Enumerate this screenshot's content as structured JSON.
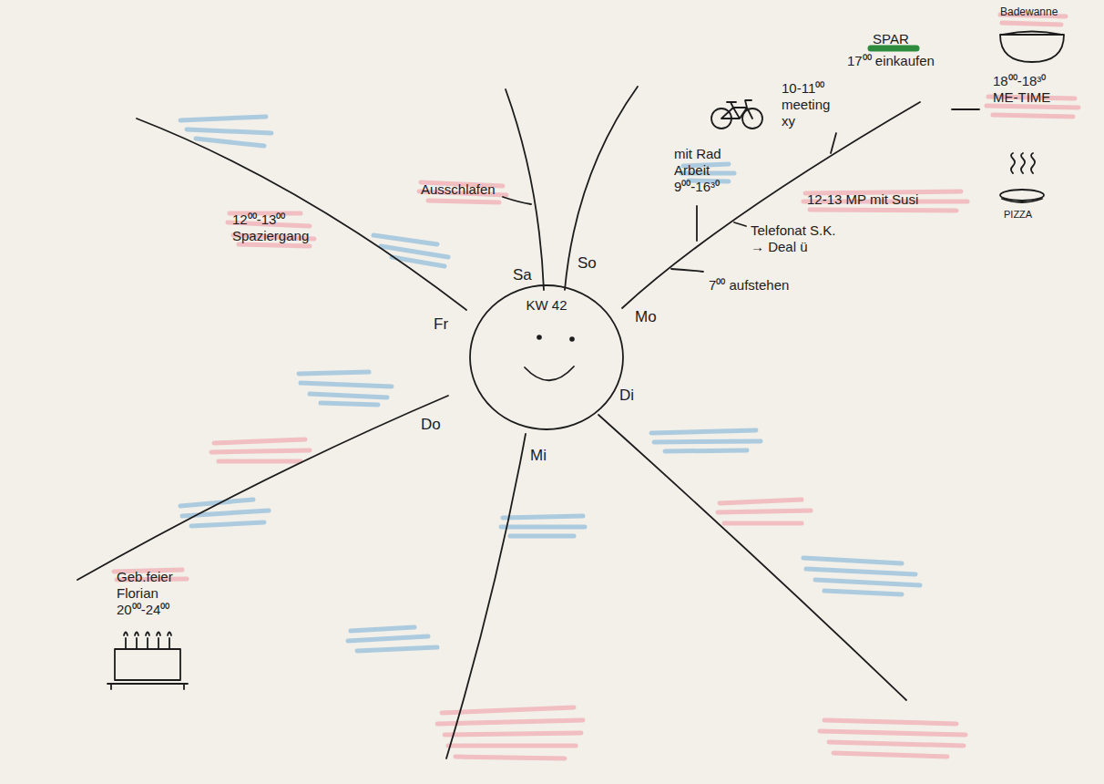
{
  "diagram": {
    "nodes": [
      {
        "text": [
          "KW 42"
        ]
      }
    ],
    "labels": [
      "Mo",
      "Di",
      "Mi",
      "Do",
      "Fr",
      "Sa",
      "So",
      "7⁰⁰ aufstehen",
      "Telefonat S.K. → Deal ü",
      "mit Rad Arbeit 9⁰⁰-16³⁰",
      "10-11⁰⁰ meeting xy",
      "SPAR",
      "17⁰⁰ einkaufen",
      "Badewanne",
      "18⁰⁰-18³⁰ ME-TIME",
      "12-13 MP mit Susi",
      "PIZZA",
      "Ausschlafen",
      "12⁰⁰-13⁰⁰ Spaziergang",
      "Geb.feier Florian 20⁰⁰-24⁰⁰"
    ]
  }
}
